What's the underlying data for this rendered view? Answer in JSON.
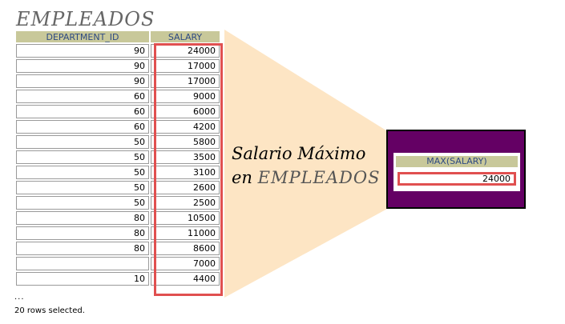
{
  "title": "EMPLEADOS",
  "table": {
    "headers": [
      "DEPARTMENT_ID",
      "SALARY"
    ],
    "rows": [
      [
        "90",
        "24000"
      ],
      [
        "90",
        "17000"
      ],
      [
        "90",
        "17000"
      ],
      [
        "60",
        "9000"
      ],
      [
        "60",
        "6000"
      ],
      [
        "60",
        "4200"
      ],
      [
        "50",
        "5800"
      ],
      [
        "50",
        "3500"
      ],
      [
        "50",
        "3100"
      ],
      [
        "50",
        "2600"
      ],
      [
        "50",
        "2500"
      ],
      [
        "80",
        "10500"
      ],
      [
        "80",
        "11000"
      ],
      [
        "80",
        "8600"
      ],
      [
        "",
        "7000"
      ],
      [
        "10",
        "4400"
      ]
    ],
    "continuation": "...",
    "footer": "20 rows selected."
  },
  "caption": {
    "line1": "Salario Máximo",
    "line2_prefix": "en ",
    "line2_table": "EMPLEADOS"
  },
  "result": {
    "header": "MAX(SALARY)",
    "value": "24000"
  },
  "colors": {
    "header_bg": "#c8c89a",
    "header_text": "#2e4a82",
    "highlight": "#e05050",
    "result_bg": "#640064",
    "funnel": "#fde5c4"
  }
}
